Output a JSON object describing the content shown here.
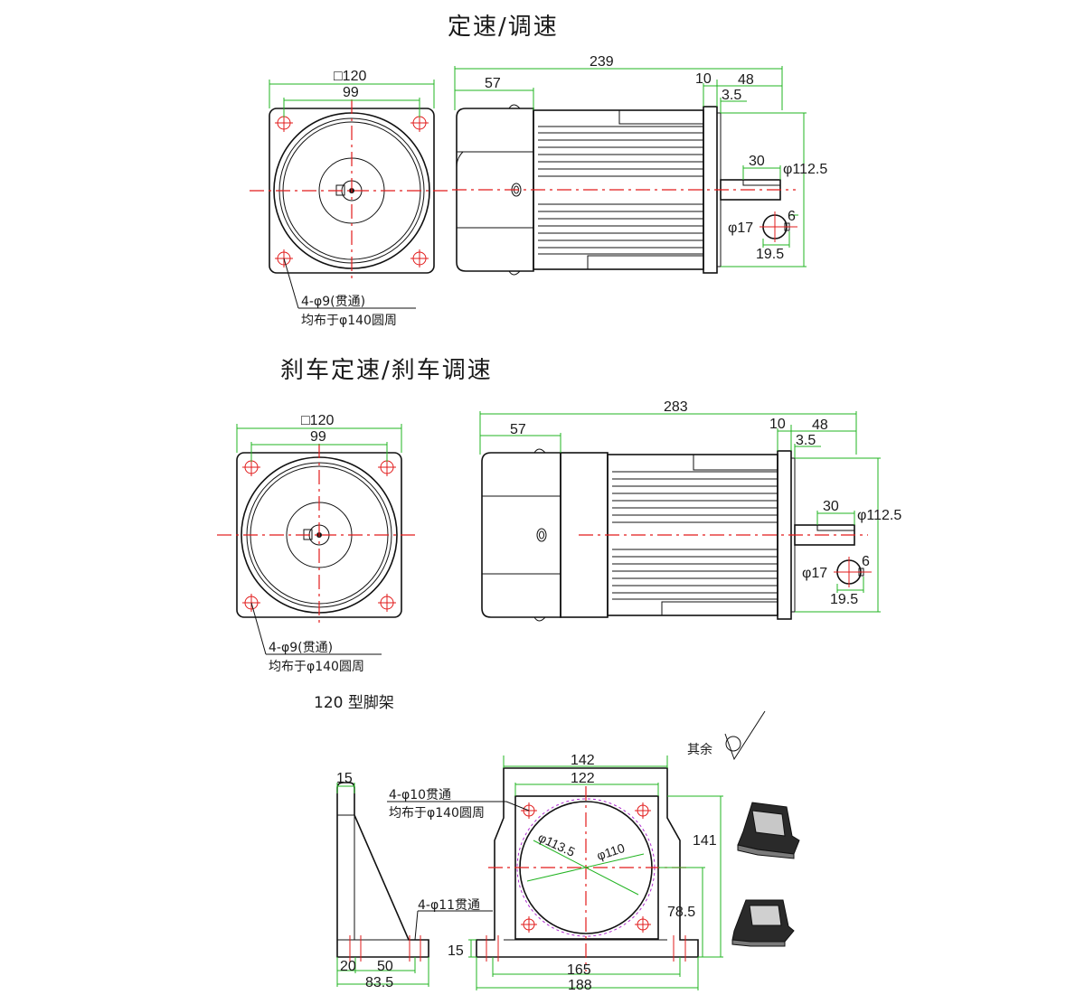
{
  "titles": {
    "motor1": "定速/调速",
    "motor2": "刹车定速/刹车调速",
    "bracket": "120 型脚架"
  },
  "motor1": {
    "front": {
      "square": "□120",
      "bolt_spacing": "99",
      "note_line1": "4-φ9(贯通)",
      "note_line2": "均布于φ140圆周"
    },
    "side": {
      "length": "239",
      "back_len": "57",
      "flange": "10",
      "shaft_len": "48",
      "step": "3.5",
      "key_len": "30",
      "spigot_dia": "φ112.5",
      "shaft_dia": "φ17",
      "key_w": "6",
      "key_h": "19.5"
    }
  },
  "motor2": {
    "front": {
      "square": "□120",
      "bolt_spacing": "99",
      "note_line1": "4-φ9(贯通)",
      "note_line2": "均布于φ140圆周"
    },
    "side": {
      "length": "283",
      "back_len": "57",
      "flange": "10",
      "shaft_len": "48",
      "step": "3.5",
      "key_len": "30",
      "spigot_dia": "φ112.5",
      "shaft_dia": "φ17",
      "key_w": "6",
      "key_h": "19.5"
    }
  },
  "bracket": {
    "roughness": "其余",
    "side": {
      "thickness": "15",
      "base_a": "20",
      "base_b": "50",
      "base_total": "83.5",
      "hole_note": "4-φ11贯通"
    },
    "front": {
      "width_outer": "142",
      "width_inner": "122",
      "height": "141",
      "center_height": "78.5",
      "base_thick": "15",
      "hole_span": "165",
      "base_width": "188",
      "dia_a": "φ113.5",
      "dia_b": "φ110",
      "hole_note1": "4-φ10贯通",
      "hole_note2": "均布于φ140圆周"
    }
  }
}
